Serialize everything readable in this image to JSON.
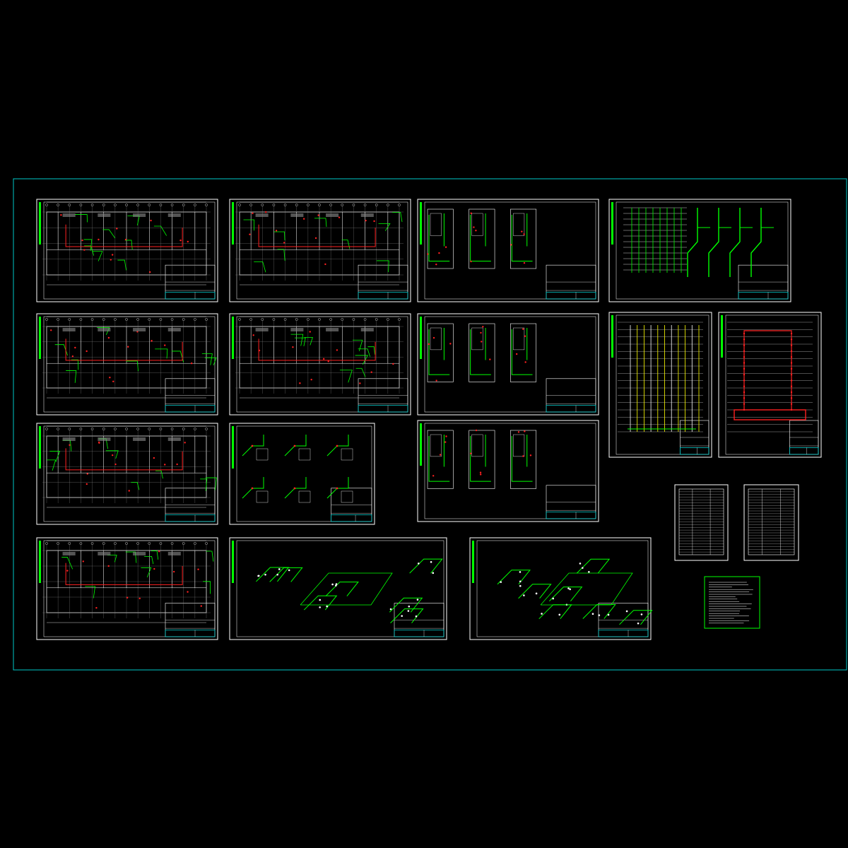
{
  "viewer": {
    "background": "#000000",
    "frame_color": "#00c8c8"
  },
  "palette": {
    "white": "#ffffff",
    "green": "#00ff00",
    "red": "#ff2020",
    "yellow": "#ffff00",
    "gray": "#8c8c8c",
    "cyan": "#00c8c8"
  },
  "sheets": [
    {
      "id": "s1",
      "kind": "floorplan"
    },
    {
      "id": "s2",
      "kind": "floorplan"
    },
    {
      "id": "s3",
      "kind": "unitplan"
    },
    {
      "id": "s4",
      "kind": "riser"
    },
    {
      "id": "s5",
      "kind": "floorplan"
    },
    {
      "id": "s6",
      "kind": "floorplan"
    },
    {
      "id": "s7",
      "kind": "unitplan"
    },
    {
      "id": "s8",
      "kind": "system-yellow"
    },
    {
      "id": "s9",
      "kind": "system-red"
    },
    {
      "id": "s10",
      "kind": "floorplan"
    },
    {
      "id": "s11",
      "kind": "details"
    },
    {
      "id": "s12",
      "kind": "unitplan"
    },
    {
      "id": "s13",
      "kind": "table"
    },
    {
      "id": "s14",
      "kind": "table"
    },
    {
      "id": "s15",
      "kind": "notes"
    },
    {
      "id": "s16",
      "kind": "floorplan"
    },
    {
      "id": "s17",
      "kind": "isometric"
    },
    {
      "id": "s18",
      "kind": "isometric"
    }
  ]
}
